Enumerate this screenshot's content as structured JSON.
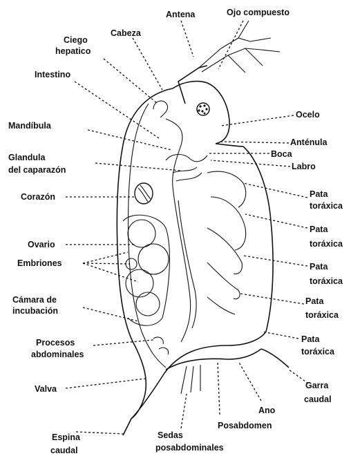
{
  "labels": {
    "antena": "Antena",
    "ojo_compuesto": "Ojo compuesto",
    "cabeza": "Cabeza",
    "ciego_hepatico_1": "Ciego",
    "ciego_hepatico_2": "hepatico",
    "intestino": "Intestino",
    "ocelo": "Ocelo",
    "mandibula": "Mandíbula",
    "antenula": "Anténula",
    "boca": "Boca",
    "glandula_1": "Glandula",
    "glandula_2": "del caparazón",
    "labro": "Labro",
    "corazon": "Corazón",
    "pata1_a": "Pata",
    "pata1_b": "toráxica",
    "pata2_a": "Pata",
    "pata2_b": "toráxica",
    "ovario": "Ovario",
    "embriones": "Embriones",
    "pata3_a": "Pata",
    "pata3_b": "toráxica",
    "camara_1": "Cámara de",
    "camara_2": "incubación",
    "pata4_a": "Pata",
    "pata4_b": "toráxica",
    "procesos_1": "Procesos",
    "procesos_2": "abdominales",
    "pata5_a": "Pata",
    "pata5_b": "toráxica",
    "valva": "Valva",
    "garra_1": "Garra",
    "garra_2": "caudal",
    "ano": "Ano",
    "posabdomen": "Posabdomen",
    "espina_1": "Espina",
    "espina_2": "caudal",
    "sedas_1": "Sedas",
    "sedas_2": "posabdominales"
  }
}
